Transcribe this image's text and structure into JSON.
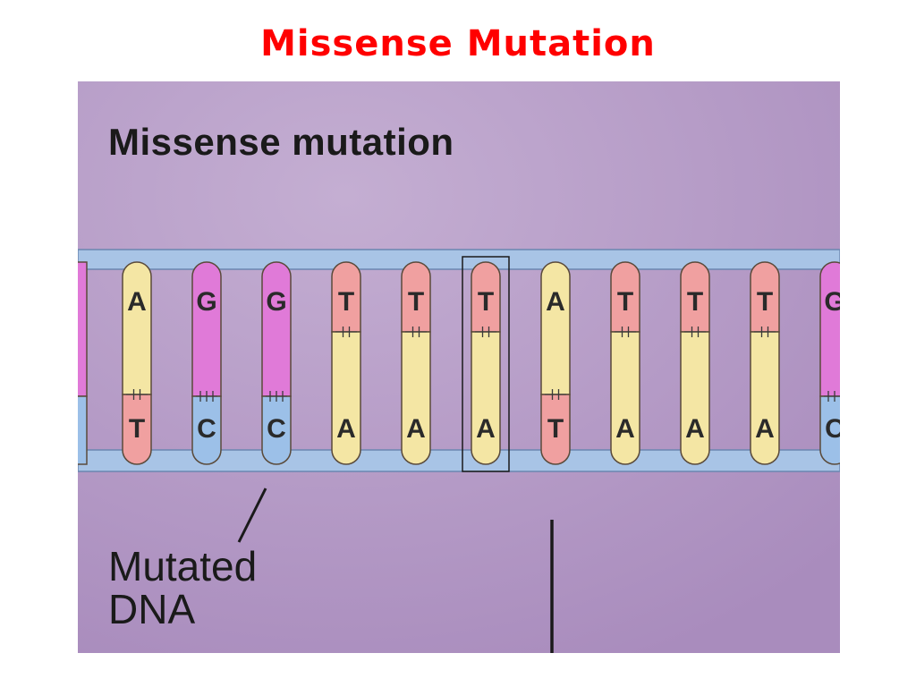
{
  "slide": {
    "title": "Missense Mutation",
    "title_color": "#ff0000"
  },
  "figure": {
    "heading": "Missense mutation",
    "background_color": "#b49ac4",
    "mutated_label_line1": "Mutated",
    "mutated_label_line2": "DNA",
    "backbone_color": "#a8c4e6",
    "highlighted_pair_index": 5,
    "base_colors": {
      "A": "#f4e6a4",
      "T": "#f0a0a0",
      "G": "#e07ad8",
      "C": "#9cc0e8"
    },
    "top_strand": [
      "A",
      "G",
      "G",
      "T",
      "T",
      "T",
      "A",
      "T",
      "T",
      "T",
      "G"
    ],
    "bottom_strand": [
      "T",
      "C",
      "C",
      "A",
      "A",
      "A",
      "T",
      "A",
      "A",
      "A",
      "C"
    ]
  }
}
